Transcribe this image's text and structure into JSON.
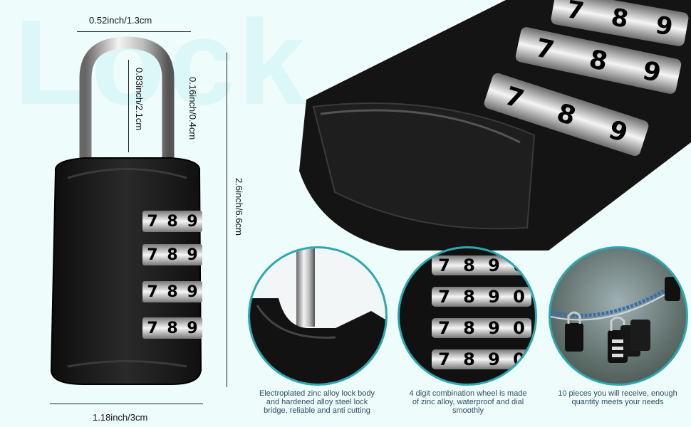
{
  "watermark": "Lock",
  "dimensions": {
    "shackle_width": "0.52inch/1.3cm",
    "shackle_height": "0.83inch/2.1cm",
    "shackle_thickness": "0.16inch/0.4cm",
    "total_height": "2.6inch/6.6cm",
    "body_width": "1.18inch/3cm"
  },
  "wheel_digits": [
    "7",
    "8",
    "9"
  ],
  "closeup_digits": [
    "7",
    "8",
    "9",
    "0"
  ],
  "features": [
    {
      "icon": "shackle-closeup-icon",
      "caption": "Electroplated zinc alloy lock body and hardened alloy steel lock bridge, reliable and anti cutting"
    },
    {
      "icon": "combination-wheel-icon",
      "caption": "4 digit combination wheel is made of zinc alloy, waterproof and dial smoothly"
    },
    {
      "icon": "padlocks-on-rope-icon",
      "caption": "10 pieces you will receive, enough quantity meets your needs"
    }
  ],
  "colors": {
    "background": "#eefcfc",
    "lock_body": "#151515",
    "accent_ring": "#2aa8b3"
  }
}
